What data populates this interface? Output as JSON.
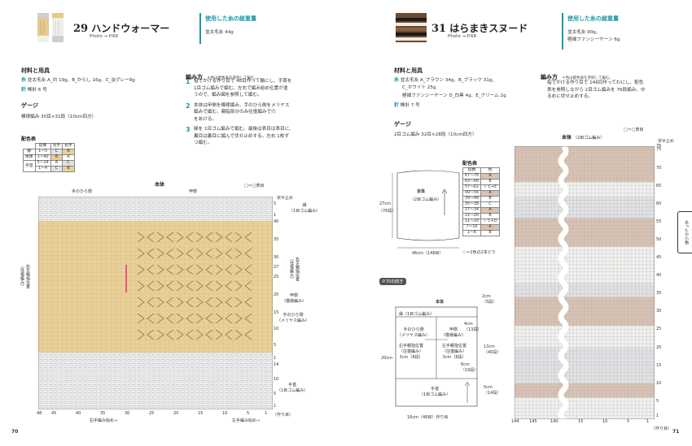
{
  "left": {
    "pattern_no": "29",
    "title": "ハンドウォーマー",
    "photo_ref": "Photo → P.66",
    "yarn_header": "使用した糸の総重量",
    "yarn_total": "並太毛糸 44g",
    "materials_header": "材料と用具",
    "materials": [
      {
        "mark": "糸",
        "text": "並太毛糸 A_白 19g、B_からし 16g、C_淡グレー9g"
      },
      {
        "mark": "針",
        "text": "棒針 6 号"
      }
    ],
    "gauge_header": "ゲージ",
    "gauge": "模様編み 30目×31段（10cm四方）",
    "method_header": "編み方",
    "method_note": "＊色は配色表を参照して編む。",
    "steps": [
      {
        "n": "1",
        "lines": [
          "指でかける作り目で 48目作って輪にし、手首を",
          "1目ゴム編みで編む。左右で編み始め位置が違",
          "うので、編み図を参照して編む。"
        ]
      },
      {
        "n": "2",
        "lines": [
          "本体は甲側を模様編み、手のひら側をメリヤス",
          "編みで編む。親指部分のみ往復編みで穴",
          "をあける。"
        ]
      },
      {
        "n": "3",
        "lines": [
          "縁を 1目ゴム編みで編む。最後は表目は表目に、",
          "裏目は裏目に編んで伏せ止めする。左右 1枚ず",
          "つ編む。"
        ]
      }
    ],
    "color_table_title": "配色表",
    "color_table": {
      "headers": [
        "",
        "段数",
        "左手",
        "右手"
      ],
      "rows": [
        [
          "縁",
          "1～5",
          "C",
          "B"
        ],
        [
          "本体",
          "1～40",
          "B",
          "A"
        ],
        [
          "手首",
          "5～14",
          "A",
          "C"
        ],
        [
          "",
          "1～4",
          "C",
          "B"
        ]
      ]
    },
    "chart": {
      "title": "本体",
      "legend": "□＝□表目",
      "label_palm": "手のひら側",
      "label_back": "甲側",
      "right_labels": [
        "伏せ止め",
        "縁\n（1目ゴム編み）",
        "右手親指位置\n（往復編み）",
        "甲側\n（模様編み）",
        "手のひら側\n（メリヤス編み）",
        "手首\n（1目ゴム編み）"
      ],
      "left_label": "右手親指位置\n（往復編み）",
      "row_ticks": [
        "5",
        "1",
        "40",
        "35",
        "30",
        "27",
        "25",
        "20",
        "15",
        "10",
        "5",
        "1",
        "14",
        "10",
        "5",
        "1"
      ],
      "col_ticks": [
        "48",
        "45",
        "40",
        "35",
        "30",
        "25",
        "20",
        "15",
        "10",
        "5",
        "1"
      ],
      "bottom_labels": [
        "右手編み始め→",
        "左手編み始め→",
        "（作り目）"
      ]
    },
    "page_number": "70"
  },
  "right": {
    "pattern_no": "31",
    "title": "はらまきスヌード",
    "photo_ref": "Photo → P.68",
    "yarn_header": "使用した糸の総重量",
    "yarn_total": [
      "並太毛糸 90g、",
      "極細ファンシーヤーン 6g"
    ],
    "materials_header": "材料と用具",
    "materials": [
      {
        "mark": "糸",
        "text": "並太毛糸 A_ブラウン 34g、B_ブラック 31g、"
      },
      {
        "mark": "",
        "text": "C_ホワイト 25g"
      },
      {
        "mark": "",
        "text": "極細ファンシーヤーン D_白黒 4g、E_クリーム 2g"
      },
      {
        "mark": "針",
        "text": "棒針 7 号"
      }
    ],
    "gauge_header": "ゲージ",
    "gauge": "2目ゴム編み 32目×28段（10cm四方）",
    "method_header": "編み方",
    "method_note": "＊色は配色表を参照して編む。",
    "method_lines": [
      "指でかける作り目で 148目作ってわにし、配色",
      "表を参照しながら 2目ゴム編みを 76段編み、ゆ",
      "るめに伏せ止めする。"
    ],
    "body_diagram": {
      "title": "本体",
      "sub": "（2目ゴム編み）",
      "height": "27cm",
      "height_rows": "（76段）",
      "width": "46cm（148目）"
    },
    "color_table_title": "配色表",
    "color_table": {
      "headers": [
        "段数",
        "色"
      ],
      "rows": [
        [
          "67～76",
          "A"
        ],
        [
          "63～66",
          "B"
        ],
        [
          "57～62",
          "☆ C+E"
        ],
        [
          "49～56",
          "A"
        ],
        [
          "39～48",
          "B"
        ],
        [
          "35～38",
          "C"
        ],
        [
          "27～34",
          "A"
        ],
        [
          "21～26",
          "B"
        ],
        [
          "11～20",
          "☆ C+D"
        ],
        [
          "7～10",
          "A"
        ],
        [
          "1～6",
          "B"
        ]
      ],
      "note": "☆＝2色の2本どり"
    },
    "cont_label": "P.70の続き",
    "mitten_diagram": {
      "title": "本体",
      "cells": [
        "縁（1目ゴム編み）",
        "手のひら側\n（メリヤス編み）",
        "甲側\n（模様編み）",
        "右手親指位置\n（往復編み）\n3cm（8段）",
        "左手親指位置\n（往復編み）\n3cm（8段）",
        "手首\n（1目ゴム編み）"
      ],
      "dims": [
        "2cm\n（5段）",
        "4cm\n（13段）",
        "13cm\n（40段）",
        "6cm\n（19段）",
        "5cm\n（14段）",
        "20cm",
        "16cm（48目）作り目"
      ]
    },
    "chart": {
      "title": "本体",
      "sub": "（2目ゴム編み）",
      "legend": "□＝□表目",
      "top_label": "伏せ止め",
      "row_ticks": [
        "76",
        "75",
        "70",
        "65",
        "60",
        "55",
        "50",
        "45",
        "40",
        "35",
        "30",
        "25",
        "20",
        "15",
        "10",
        "5",
        "1"
      ],
      "col_ticks": [
        "144",
        "145",
        "140",
        "15",
        "10",
        "5",
        "1"
      ],
      "bottom_label": "（作り目）"
    },
    "side_tab": "あったか小物",
    "page_number": "71"
  },
  "colors": {
    "accent": "#1a9aa8",
    "yarn_a_white": "#f2f2ee",
    "yarn_b_mustard": "#e9cf98",
    "yarn_c_grey": "#e1e2e4",
    "brown_band": "#d9c2b2",
    "pink_mark": "#e0307a"
  }
}
